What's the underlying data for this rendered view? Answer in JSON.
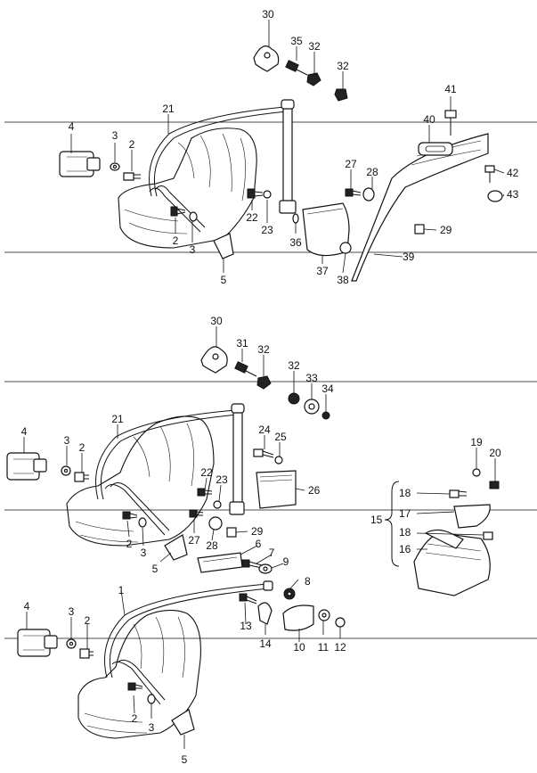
{
  "diagram": {
    "callouts": {
      "top": [
        "30",
        "35",
        "32",
        "32",
        "21",
        "4",
        "3",
        "2",
        "41",
        "40",
        "27",
        "28",
        "42",
        "43",
        "22",
        "23",
        "36",
        "29",
        "2",
        "3",
        "5",
        "37",
        "38",
        "39"
      ],
      "middle": [
        "30",
        "31",
        "32",
        "32",
        "33",
        "34",
        "21",
        "4",
        "3",
        "2",
        "24",
        "25",
        "19",
        "20",
        "22",
        "23",
        "26",
        "18",
        "15",
        "17",
        "18",
        "16",
        "2",
        "3",
        "27",
        "28",
        "29",
        "6",
        "7",
        "9",
        "5"
      ],
      "bottom": [
        "1",
        "8",
        "4",
        "3",
        "2",
        "13",
        "14",
        "10",
        "11",
        "12",
        "2",
        "3",
        "5"
      ]
    }
  }
}
